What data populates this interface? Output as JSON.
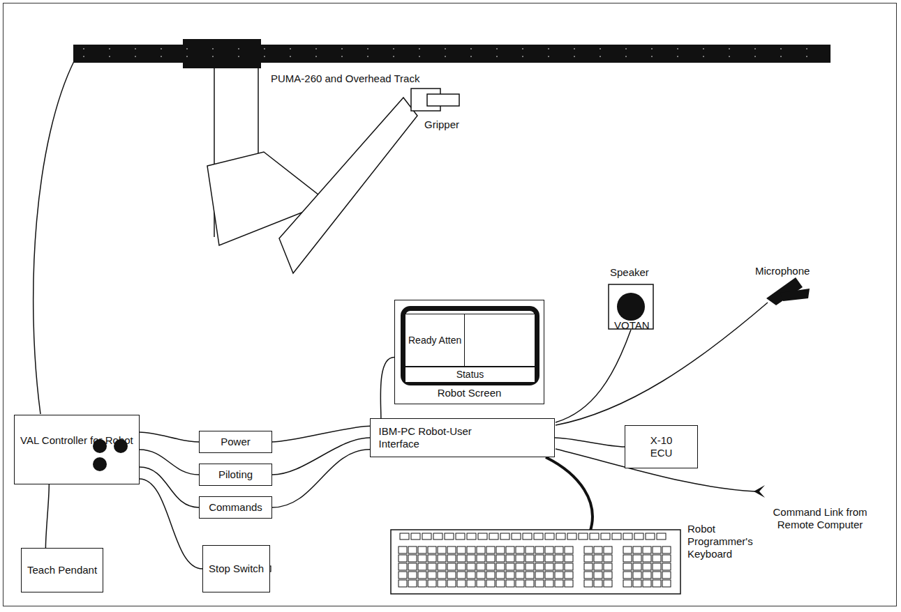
{
  "diagram": {
    "nodes": [
      {
        "text": [
          "VAL Controller for Robot"
        ]
      },
      {
        "text": [
          "Power"
        ]
      },
      {
        "text": [
          "Piloting"
        ]
      },
      {
        "text": [
          "Commands"
        ]
      },
      {
        "text": [
          "Stop Switch"
        ]
      },
      {
        "text": [
          "Teach Pendant"
        ]
      },
      {
        "text": [
          "Robot Screen"
        ]
      },
      {
        "text": [
          "Ready Atten"
        ],
        "in": 6
      },
      {
        "text": [
          "Status"
        ],
        "in": 6
      },
      {
        "text": [
          "IBM-PC Robot-User Interface"
        ]
      },
      {
        "text": [
          "X-10 ECU"
        ]
      }
    ],
    "edges": [
      {
        "from": 0,
        "to": 1,
        "arrow": "none"
      },
      {
        "from": 0,
        "to": 2,
        "arrow": "none"
      },
      {
        "from": 0,
        "to": 3,
        "arrow": "none"
      },
      {
        "from": 0,
        "to": 4,
        "arrow": "none"
      },
      {
        "from": 0,
        "to": 5,
        "arrow": "none"
      },
      {
        "from": 1,
        "to": 9,
        "arrow": "none"
      },
      {
        "from": 2,
        "to": 9,
        "arrow": "none"
      },
      {
        "from": 3,
        "to": 9,
        "arrow": "none"
      },
      {
        "from": 6,
        "to": 9,
        "arrow": "none"
      },
      {
        "from": 9,
        "to": 10,
        "arrow": "none"
      }
    ],
    "labels": [
      "PUMA-260 and Overhead Track",
      "Gripper",
      "Speaker",
      "Microphone",
      "VOTAN",
      "Robot Programmer's Keyboard",
      "Command Link from Remote Computer"
    ]
  }
}
